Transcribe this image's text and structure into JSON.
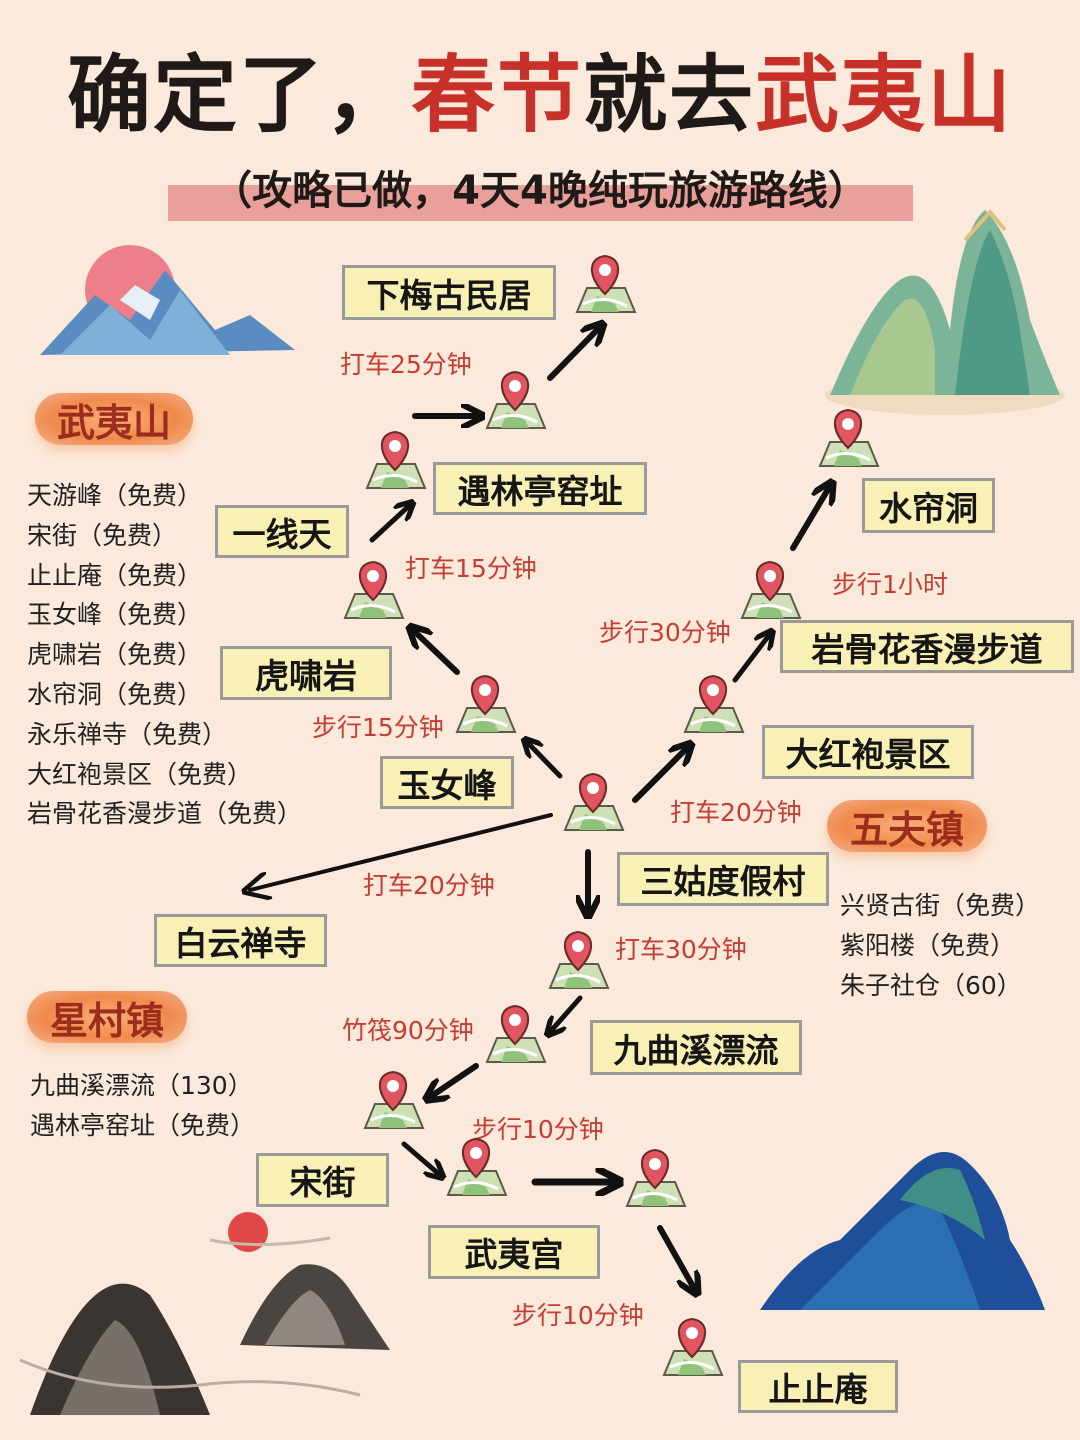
{
  "title": {
    "part1": "确定了，",
    "part2": "春节",
    "part3": "就去",
    "part4": "武夷山"
  },
  "subtitle": "（攻略已做，4天4晚纯玩旅游路线）",
  "colors": {
    "accent_red": "#c8302a",
    "box_fill": "#f8f0b4",
    "background": "#fbeadb",
    "time_label": "#c53d33"
  },
  "sections": {
    "wuyishan": {
      "name": "武夷山",
      "items": [
        "天游峰（免费）",
        "宋街（免费）",
        "止止庵（免费）",
        "玉女峰（免费）",
        "虎啸岩（免费）",
        "水帘洞（免费）",
        "永乐禅寺（免费）",
        "大红袍景区（免费）",
        "岩骨花香漫步道（免费）"
      ]
    },
    "wufu": {
      "name": "五夫镇",
      "items": [
        "兴贤古街（免费）",
        "紫阳楼（免费）",
        "朱子社仓（60）"
      ]
    },
    "xingcun": {
      "name": "星村镇",
      "items": [
        "九曲溪漂流（130）",
        "遇林亭窑址（免费）"
      ]
    }
  },
  "places": {
    "xiamei": "下梅古民居",
    "yulinting": "遇林亭窑址",
    "yixiantian": "一线天",
    "huxiaoyan": "虎啸岩",
    "yunvfeng": "玉女峰",
    "baiyun": "白云禅寺",
    "shuiliandong": "水帘洞",
    "yangu": "岩骨花香漫步道",
    "dahongpao": "大红袍景区",
    "sangu": "三姑度假村",
    "jiuqu": "九曲溪漂流",
    "songjie": "宋街",
    "wuyigong": "武夷宫",
    "zhizhian": "止止庵"
  },
  "legs": {
    "l1": "打车25分钟",
    "l2": "打车15分钟",
    "l3": "步行15分钟",
    "l4": "步行1小时",
    "l5": "步行30分钟",
    "l6": "打车20分钟",
    "l7": "打车20分钟",
    "l8": "打车30分钟",
    "l9": "竹筏90分钟",
    "l10": "步行10分钟",
    "l11": "步行10分钟"
  },
  "icons": [
    "map-pin-icon",
    "arrow-icon",
    "mountain-illustration"
  ]
}
